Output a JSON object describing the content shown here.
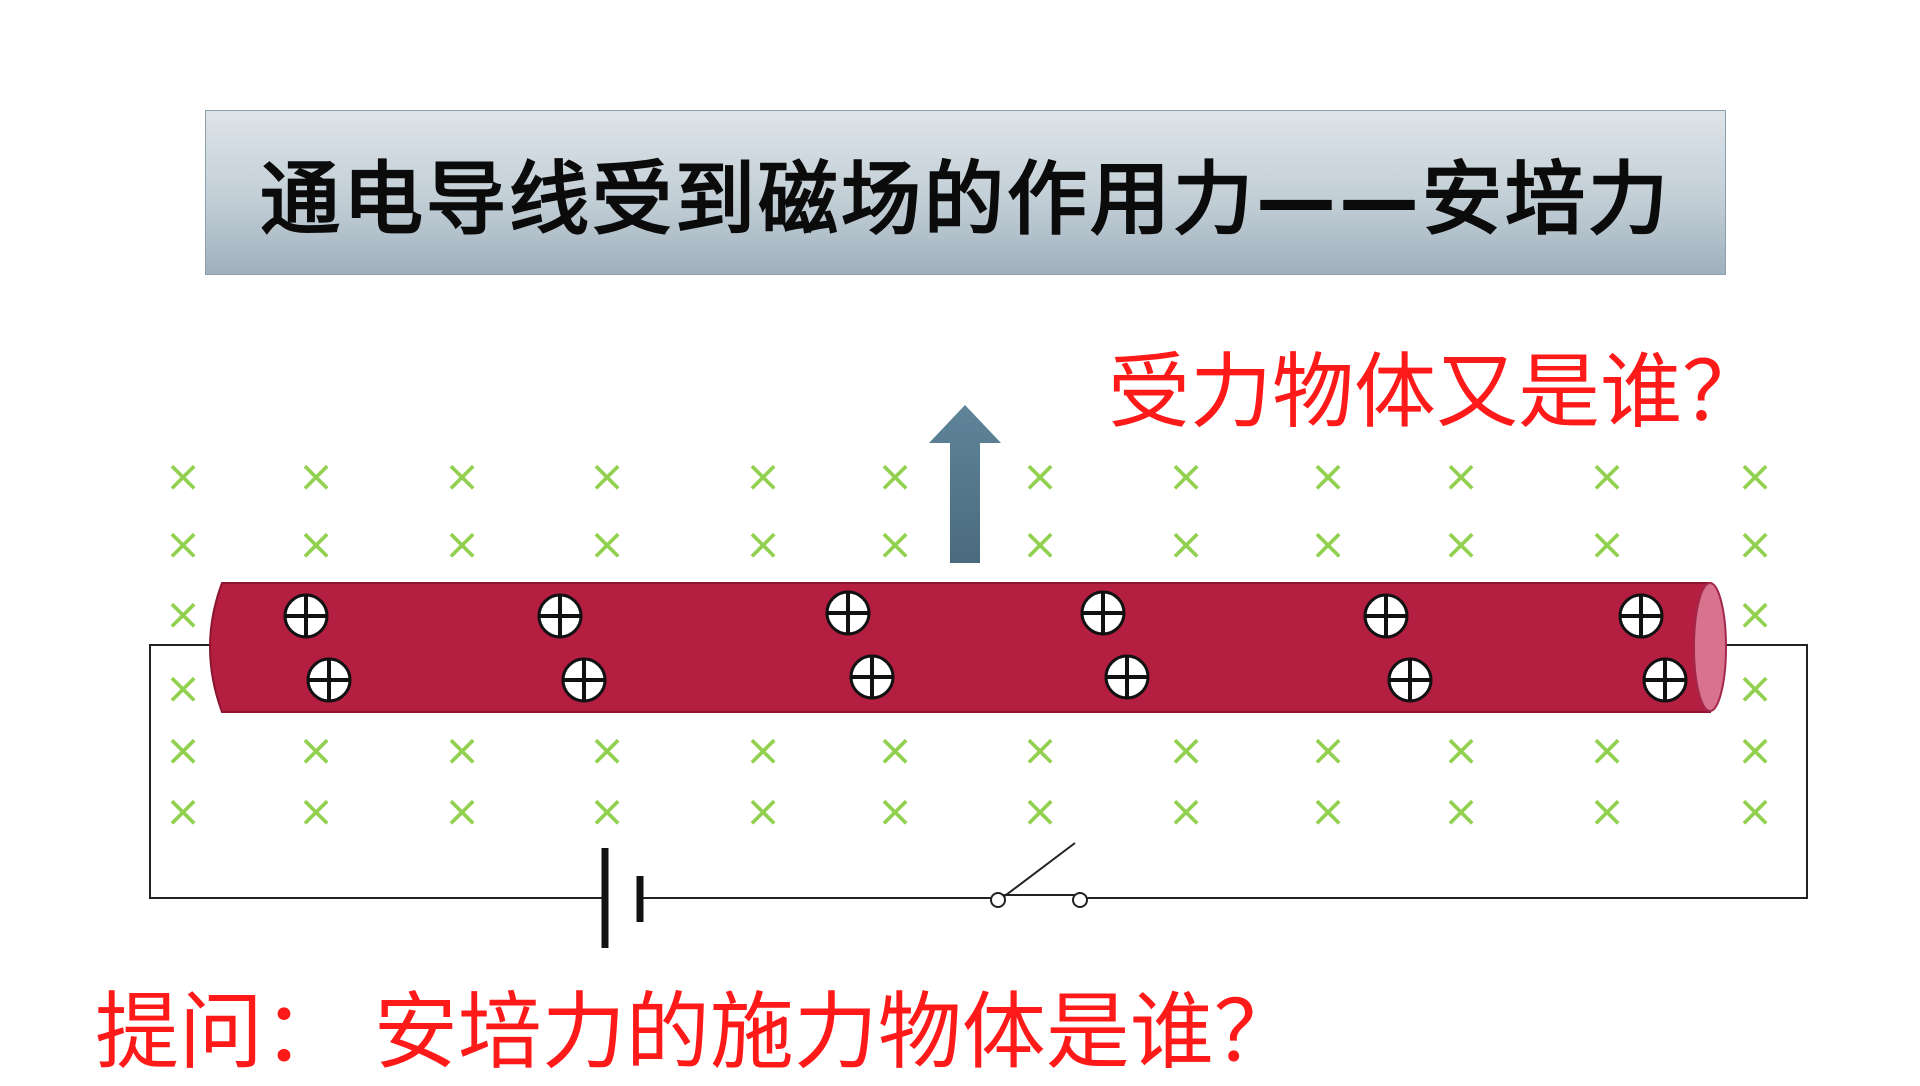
{
  "title": "通电导线受到磁场的作用力——安培力",
  "question_receiver": "受力物体又是谁？",
  "question_prompt": "提问：  安培力的施力物体是谁？",
  "field": {
    "symbol": "×",
    "color": "#92d050",
    "rows": 6,
    "cols": 12
  },
  "conductor": {
    "color": "#b41e40",
    "end_color": "#d9738d",
    "charge_symbol": "⊕",
    "charge_count": 12
  },
  "force_arrow": {
    "direction": "up",
    "color": "#557a8e"
  },
  "circuit": {
    "components": [
      "battery",
      "switch"
    ]
  }
}
